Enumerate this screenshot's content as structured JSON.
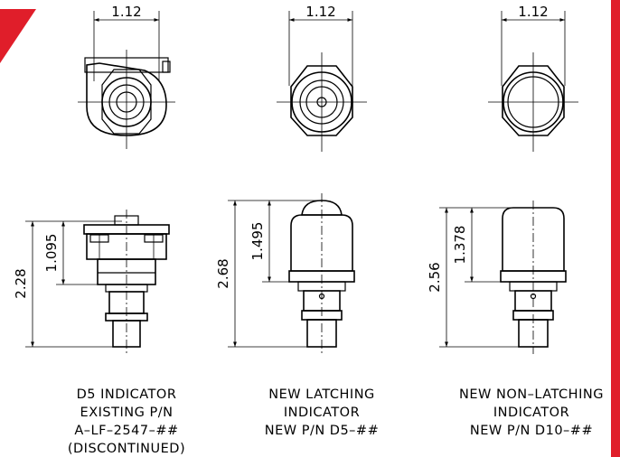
{
  "colors": {
    "accent": "#e01e2a",
    "line": "#000000"
  },
  "top_dimensions": [
    "1.12",
    "1.12",
    "1.12"
  ],
  "side_dimensions": {
    "d5": {
      "overall": "2.28",
      "upper": "1.095"
    },
    "latching": {
      "overall": "2.68",
      "upper": "1.495"
    },
    "non_latching": {
      "overall": "2.56",
      "upper": "1.378"
    }
  },
  "captions": {
    "d5": [
      "D5 INDICATOR",
      "EXISTING P/N",
      "A–LF–2547–##",
      "(DISCONTINUED)"
    ],
    "latching": [
      "NEW LATCHING",
      "INDICATOR",
      "NEW P/N D5–##"
    ],
    "non_latching": [
      "NEW NON–LATCHING",
      "INDICATOR",
      "NEW P/N D10–##"
    ]
  }
}
